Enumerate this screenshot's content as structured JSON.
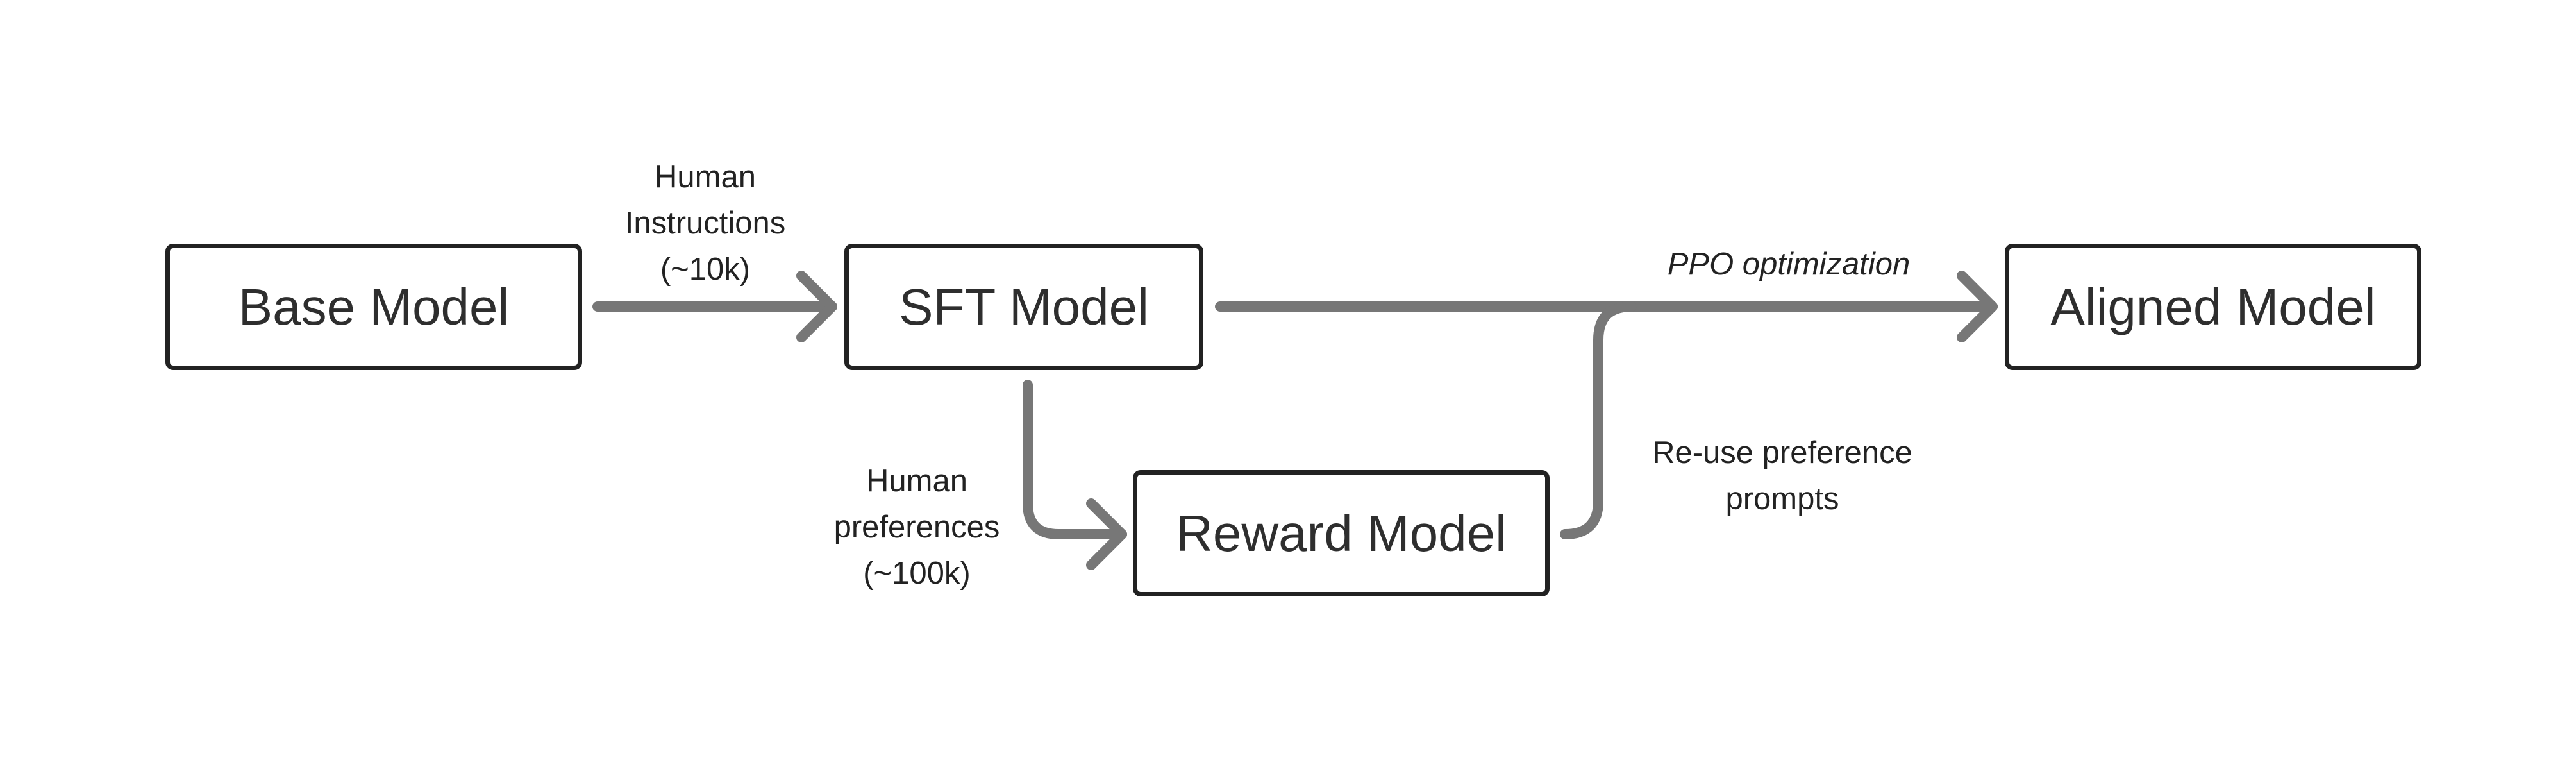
{
  "diagram": {
    "nodes": {
      "base": "Base Model",
      "sft": "SFT Model",
      "reward": "Reward Model",
      "aligned": "Aligned Model"
    },
    "edges": {
      "human_instructions": [
        "Human",
        "Instructions",
        "(~10k)"
      ],
      "human_preferences": [
        "Human",
        "preferences",
        "(~100k)"
      ],
      "reuse_preference_prompts": [
        "Re-use preference",
        "prompts"
      ],
      "ppo": "PPO optimization"
    },
    "colors": {
      "arrow": "#777777",
      "box_border": "#222222",
      "text": "#2e2e2e"
    }
  }
}
